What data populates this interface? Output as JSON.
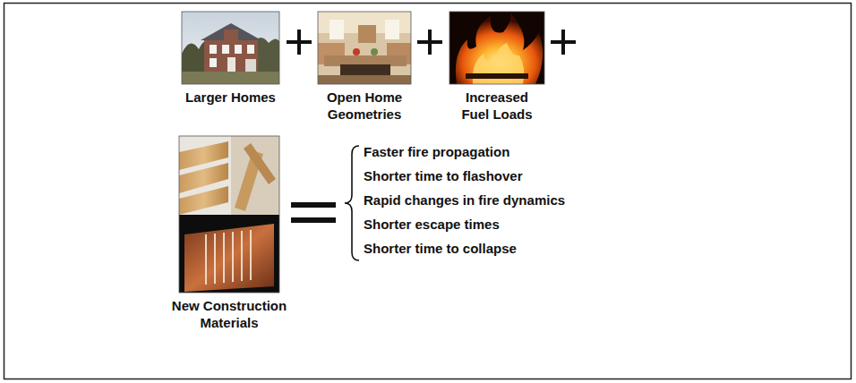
{
  "diagram": {
    "nodes": [
      {
        "text": [
          "Larger Homes"
        ]
      },
      {
        "text": [
          "Open Home Geometries"
        ]
      },
      {
        "text": [
          "Increased Fuel Loads"
        ]
      },
      {
        "text": [
          "New Construction Materials"
        ]
      }
    ],
    "labels": [
      "Faster fire propagation",
      "Shorter time to flashover",
      "Rapid changes in fire dynamics",
      "Shorter escape times",
      "Shorter time to collapse"
    ]
  }
}
